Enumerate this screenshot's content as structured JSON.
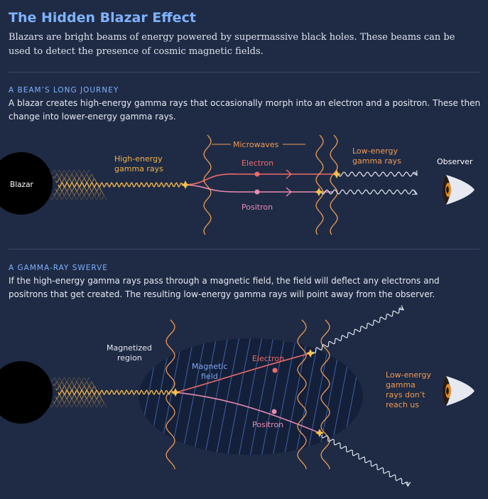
{
  "title": "The Hidden Blazar Effect",
  "intro": "Blazars are bright beams of energy powered by supermassive black holes. These beams can be used to detect the presence of cosmic magnetic fields.",
  "section1": {
    "label": "A BEAM’S LONG JOURNEY",
    "text": "A blazar creates high-energy gamma rays that occasionally morph into an electron and a positron. These then change into lower-energy gamma rays.",
    "blazar": "Blazar",
    "high_energy": [
      "High-energy",
      "gamma rays"
    ],
    "microwaves": "Microwaves",
    "electron": "Electron",
    "positron": "Positron",
    "low_energy": [
      "Low-energy",
      "gamma rays"
    ],
    "observer": "Observer"
  },
  "section2": {
    "label": "A GAMMA-RAY SWERVE",
    "text": "If the high-energy gamma rays pass through a magnetic field, the field will deflect any electrons and positrons that get created. The resulting low-energy gamma rays will point away from the observer.",
    "magnetized_region": [
      "Magnetized",
      "region"
    ],
    "magnetic_field": [
      "Magnetic",
      "field"
    ],
    "electron": "Electron",
    "positron": "Positron",
    "low_energy_note": [
      "Low-energy",
      "gamma",
      "rays don’t",
      "reach us"
    ]
  },
  "colors": {
    "background": "#1f2b45",
    "title": "#7fb2ff",
    "gamma_high": "#f0b24a",
    "gamma_low": "#f09a52",
    "electron": "#ef6b6b",
    "positron": "#e88ab0",
    "field": "#4f77c8"
  }
}
